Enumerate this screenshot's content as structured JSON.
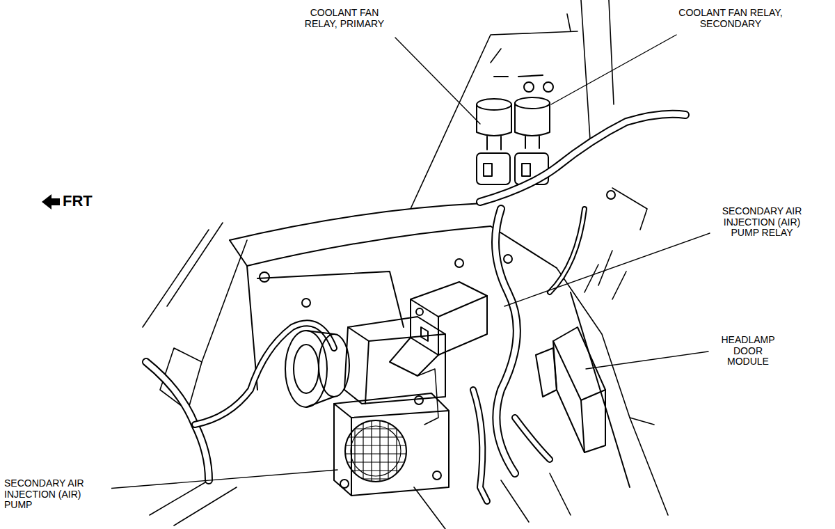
{
  "diagram": {
    "labels": [
      "COOLANT FAN RELAY, PRIMARY",
      "COOLANT FAN RELAY, SECONDARY",
      "FRT",
      "SECONDARY AIR INJECTION (AIR) PUMP RELAY",
      "HEADLAMP DOOR MODULE",
      "SECONDARY AIR INJECTION (AIR) PUMP"
    ]
  }
}
